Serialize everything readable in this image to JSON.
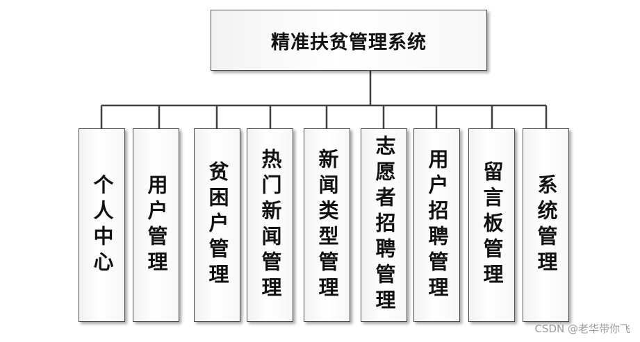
{
  "root": {
    "label": "精准扶贫管理系统"
  },
  "modules": [
    {
      "label": "个人中心"
    },
    {
      "label": "用户管理"
    },
    {
      "label": "贫困户管理"
    },
    {
      "label": "热门新闻管理"
    },
    {
      "label": "新闻类型管理"
    },
    {
      "label": "志愿者招聘管理"
    },
    {
      "label": "用户招聘管理"
    },
    {
      "label": "留言板管理"
    },
    {
      "label": "系统管理"
    }
  ],
  "watermark": "CSDN @老华带你飞",
  "colors": {
    "line": "#3f3f3f",
    "box_border": "#4a4a4a",
    "text": "#111111"
  }
}
